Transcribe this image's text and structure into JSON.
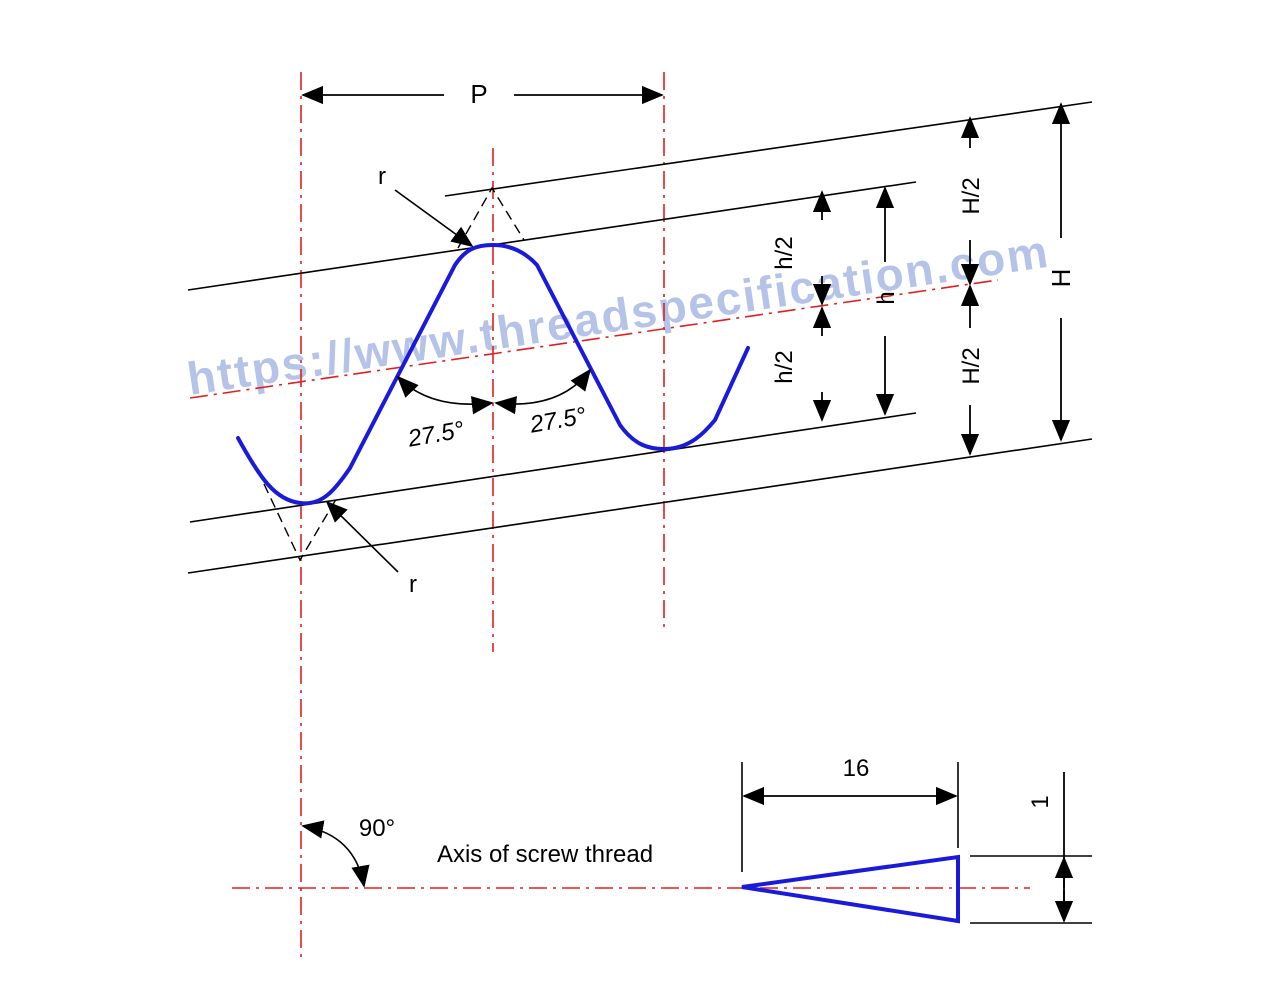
{
  "labels": {
    "pitch": "P",
    "radius_top": "r",
    "radius_bottom": "r",
    "half_h_upper": "h/2",
    "half_h_lower": "h/2",
    "h": "h",
    "half_H_upper": "H/2",
    "half_H_lower": "H/2",
    "H": "H",
    "angle_left": "27.5°",
    "angle_right": "27.5°",
    "right_angle": "90°",
    "axis": "Axis of screw thread",
    "taper_run": "16",
    "taper_rise": "1"
  },
  "watermark": "https://www.threadspecification.com",
  "colors": {
    "profile": "#1a1adb",
    "center_lines": "#e02020",
    "lines": "#000000",
    "watermark": "#7b93d6"
  }
}
